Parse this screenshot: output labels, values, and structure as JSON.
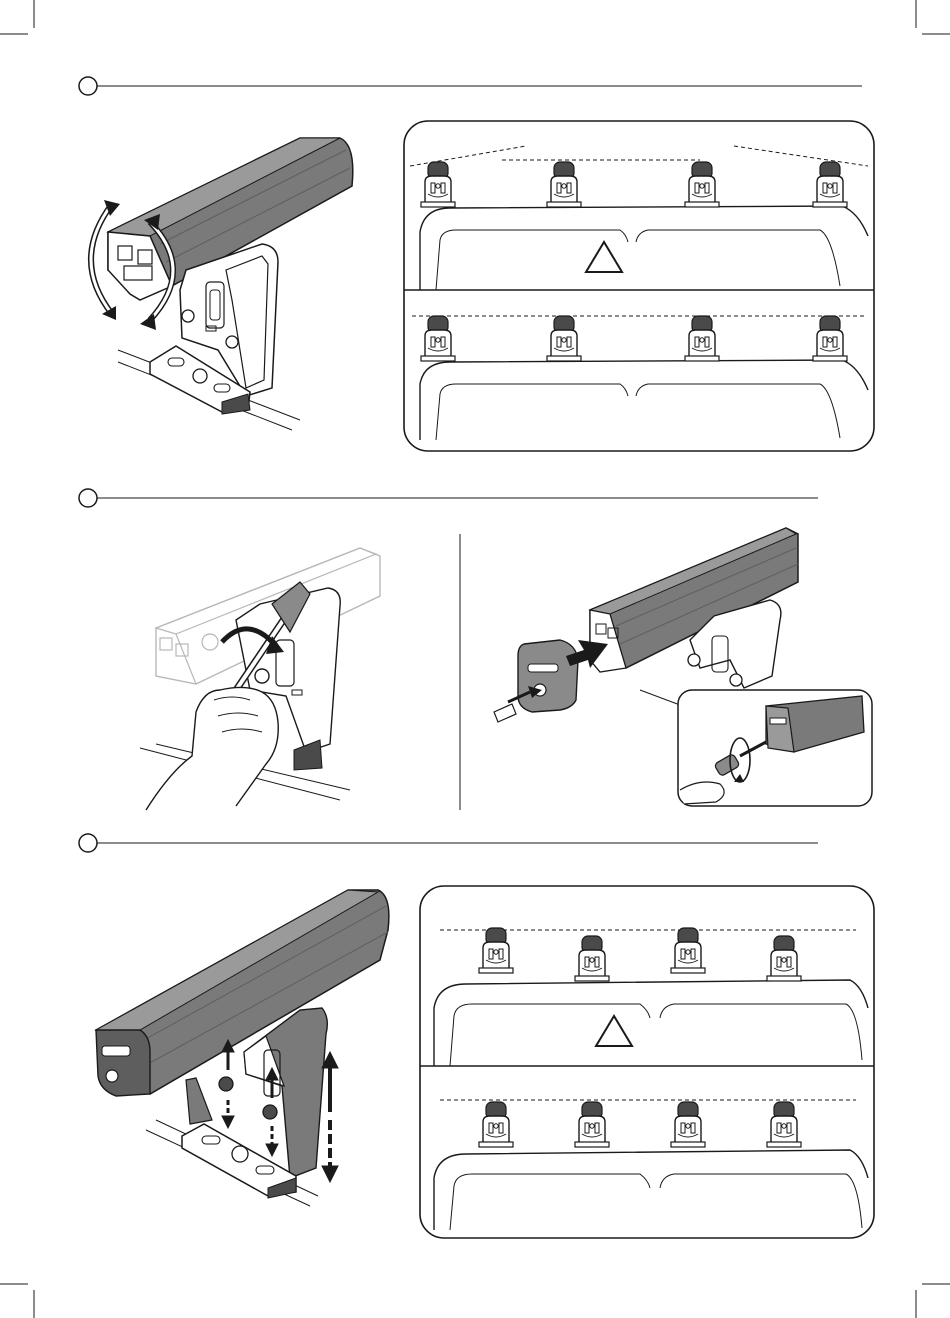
{
  "document": {
    "type": "installation-instructions",
    "steps": [
      {
        "id": "step-1",
        "panels": [
          "bar-rotation-illustration",
          "foot-alignment-check"
        ]
      },
      {
        "id": "step-2",
        "panels": [
          "bolt-tightening-illustration",
          "end-cap-insertion-illustration"
        ]
      },
      {
        "id": "step-3",
        "panels": [
          "foot-height-adjustment-illustration",
          "foot-height-check"
        ]
      }
    ],
    "checks": [
      {
        "panel": "foot-alignment-check",
        "wrong": "uneven-foot-heights",
        "right": "level-foot-heights"
      },
      {
        "panel": "foot-height-check",
        "wrong": "uneven-foot-heights",
        "right": "level-foot-heights"
      }
    ]
  },
  "colors": {
    "line": "#1a1a1a",
    "bar_fill": "#7a7a7a",
    "bar_dark": "#5e5e5e",
    "bar_light": "#9a9a9a",
    "ghost": "#b8b8b8",
    "pad": "#4a4a4a",
    "foot_grey": "#8a8a8a",
    "background": "#ffffff"
  },
  "icons": {
    "warning": "warning-triangle-icon",
    "rotate": "rotate-arrows-icon",
    "push": "push-arrow-icon",
    "up_down": "up-down-arrows-icon"
  }
}
